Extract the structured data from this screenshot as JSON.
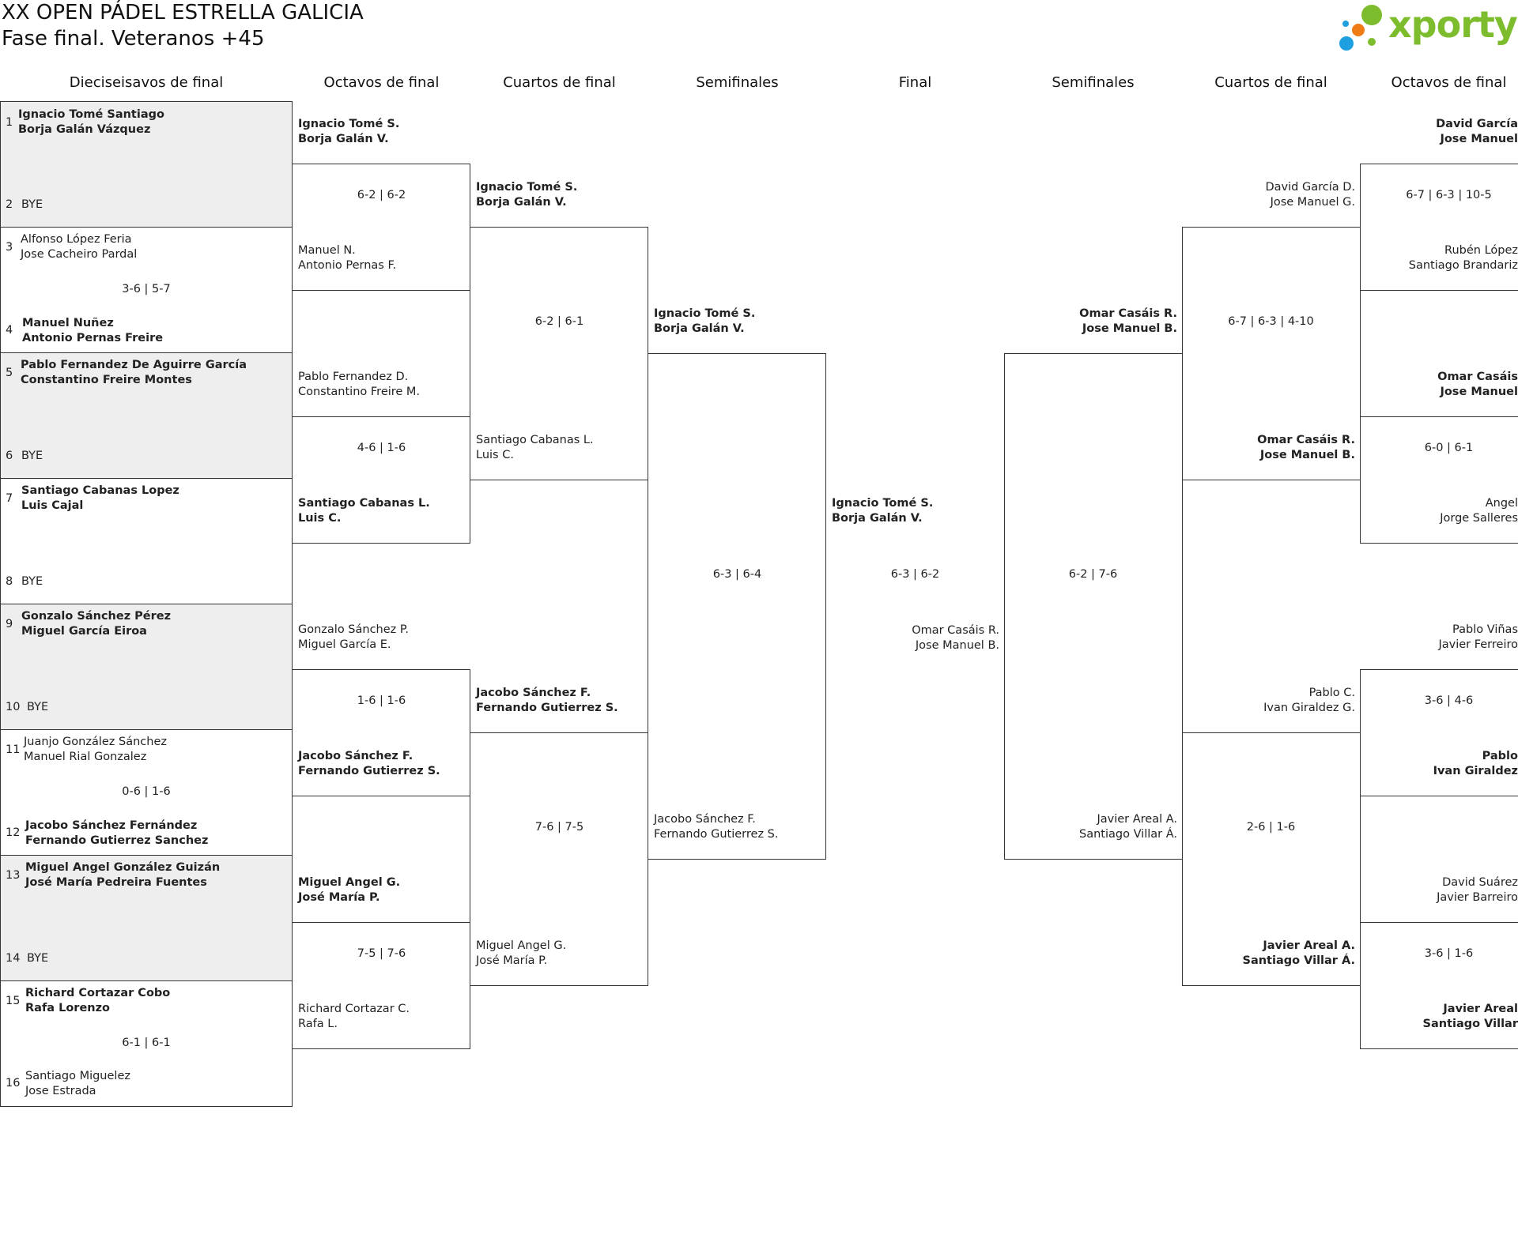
{
  "header": {
    "title_line1": "XX OPEN PÁDEL ESTRELLA GALICIA",
    "title_line2": "Fase final. Veteranos +45",
    "logo_text": "xporty",
    "logo_colors": {
      "green": "#7dbd2d",
      "blue": "#1ea0e0",
      "orange": "#f07b16"
    }
  },
  "columns": [
    "Dieciseisavos de final",
    "Octavos de final",
    "Cuartos de final",
    "Semifinales",
    "Final",
    "Semifinales",
    "Cuartos de final",
    "Octavos de final"
  ],
  "round32": [
    {
      "seed": "1",
      "p1": "Ignacio Tomé Santiago",
      "p2": "Borja Galán Vázquez"
    },
    {
      "seed": "2",
      "p1": "BYE",
      "p2": ""
    },
    {
      "seed": "3",
      "p1": "Alfonso López Feria",
      "p2": "Jose Cacheiro Pardal"
    },
    {
      "seed": "4",
      "p1": "Manuel Nuñez",
      "p2": "Antonio Pernas Freire"
    },
    {
      "seed": "5",
      "p1": "Pablo Fernandez De Aguirre García",
      "p2": "Constantino Freire Montes"
    },
    {
      "seed": "6",
      "p1": "BYE",
      "p2": ""
    },
    {
      "seed": "7",
      "p1": "Santiago Cabanas Lopez",
      "p2": "Luis Cajal"
    },
    {
      "seed": "8",
      "p1": "BYE",
      "p2": ""
    },
    {
      "seed": "9",
      "p1": "Gonzalo Sánchez Pérez",
      "p2": "Miguel García Eiroa"
    },
    {
      "seed": "10",
      "p1": "BYE",
      "p2": ""
    },
    {
      "seed": "11",
      "p1": "Juanjo González Sánchez",
      "p2": "Manuel Rial Gonzalez"
    },
    {
      "seed": "12",
      "p1": "Jacobo Sánchez Fernández",
      "p2": "Fernando Gutierrez Sanchez"
    },
    {
      "seed": "13",
      "p1": "Miguel Angel González Guizán",
      "p2": "José María Pedreira Fuentes"
    },
    {
      "seed": "14",
      "p1": "BYE",
      "p2": ""
    },
    {
      "seed": "15",
      "p1": "Richard Cortazar Cobo",
      "p2": "Rafa Lorenzo"
    },
    {
      "seed": "16",
      "p1": "Santiago Miguelez",
      "p2": "Jose Estrada"
    }
  ],
  "round32_scores": [
    "",
    "3-6 | 5-7",
    "",
    "",
    "",
    "0-6 | 1-6",
    "",
    "6-1 | 6-1"
  ],
  "left_r16": [
    {
      "p1": "Ignacio Tomé S.",
      "p2": "Borja Galán V."
    },
    {
      "p1": "Manuel N.",
      "p2": "Antonio Pernas F."
    },
    {
      "p1": "Pablo Fernandez D.",
      "p2": "Constantino Freire M."
    },
    {
      "p1": "Santiago Cabanas L.",
      "p2": "Luis C."
    },
    {
      "p1": "Gonzalo Sánchez P.",
      "p2": "Miguel García E."
    },
    {
      "p1": "Jacobo Sánchez F.",
      "p2": "Fernando Gutierrez S."
    },
    {
      "p1": "Miguel Angel G.",
      "p2": "José María P."
    },
    {
      "p1": "Richard Cortazar C.",
      "p2": "Rafa L."
    }
  ],
  "left_r16_scores": [
    "6-2 | 6-2",
    "4-6 | 1-6",
    "1-6 | 1-6",
    "7-5 | 7-6"
  ],
  "left_qf": [
    {
      "p1": "Ignacio Tomé S.",
      "p2": "Borja Galán V."
    },
    {
      "p1": "Santiago Cabanas L.",
      "p2": "Luis C."
    },
    {
      "p1": "Jacobo Sánchez F.",
      "p2": "Fernando Gutierrez S."
    },
    {
      "p1": "Miguel Angel G.",
      "p2": "José María P."
    }
  ],
  "left_qf_scores": [
    "6-2 | 6-1",
    "7-6 | 7-5"
  ],
  "left_sf": [
    {
      "p1": "Ignacio Tomé S.",
      "p2": "Borja Galán V."
    },
    {
      "p1": "Jacobo Sánchez F.",
      "p2": "Fernando Gutierrez S."
    }
  ],
  "left_sf_score": "6-3 | 6-4",
  "final": {
    "p1": {
      "p1": "Ignacio Tomé S.",
      "p2": "Borja Galán V."
    },
    "p2": {
      "p1": "Omar Casáis R.",
      "p2": "Jose Manuel B."
    },
    "score": "6-3 | 6-2"
  },
  "right_sf": [
    {
      "p1": "Omar Casáis R.",
      "p2": "Jose Manuel B."
    },
    {
      "p1": "Javier Areal A.",
      "p2": "Santiago Villar Á."
    }
  ],
  "right_sf_score": "6-2 | 7-6",
  "right_qf": [
    {
      "p1": "David García D.",
      "p2": "Jose Manuel G."
    },
    {
      "p1": "Omar Casáis R.",
      "p2": "Jose Manuel B."
    },
    {
      "p1": "Pablo C.",
      "p2": "Ivan Giraldez G."
    },
    {
      "p1": "Javier Areal A.",
      "p2": "Santiago Villar Á."
    }
  ],
  "right_qf_scores": [
    "6-7 | 6-3 | 4-10",
    "2-6 | 1-6"
  ],
  "right_r16": [
    {
      "p1": "David García",
      "p2": "Jose Manuel"
    },
    {
      "p1": "Rubén López",
      "p2": "Santiago Brandariz"
    },
    {
      "p1": "Omar Casáis",
      "p2": "Jose Manuel"
    },
    {
      "p1": "Angel",
      "p2": "Jorge Salleres"
    },
    {
      "p1": "Pablo Viñas",
      "p2": "Javier Ferreiro"
    },
    {
      "p1": "Pablo",
      "p2": "Ivan Giraldez"
    },
    {
      "p1": "David Suárez",
      "p2": "Javier Barreiro"
    },
    {
      "p1": "Javier Areal",
      "p2": "Santiago Villar"
    }
  ],
  "right_r16_scores": [
    "6-7 | 6-3 | 10-5",
    "6-0 | 6-1",
    "3-6 | 4-6",
    "3-6 | 1-6"
  ]
}
